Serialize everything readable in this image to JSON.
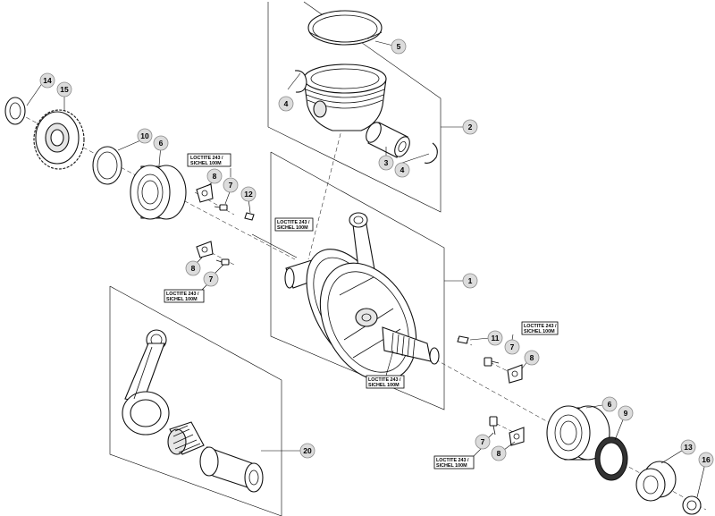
{
  "callouts": {
    "n1": "1",
    "n2": "2",
    "n3": "3",
    "n4a": "4",
    "n4b": "4",
    "n5": "5",
    "n6a": "6",
    "n6b": "6",
    "n7a": "7",
    "n7b": "7",
    "n7c": "7",
    "n7d": "7",
    "n8a": "8",
    "n8b": "8",
    "n8c": "8",
    "n8d": "8",
    "n9": "9",
    "n10": "10",
    "n11": "11",
    "n12": "12",
    "n13": "13",
    "n14": "14",
    "n15": "15",
    "n16": "16",
    "n20": "20"
  },
  "notes": {
    "a_line1": "LOCTITE 243 /",
    "a_line2": "SICHEL 100M",
    "b_line1": "LOCTITE 243 /",
    "b_line2": "SICHEL 100M",
    "c_line1": "LOCTITE 243 /",
    "c_line2": "SICHEL 100M",
    "d_line1": "LOCTITE 243 /",
    "d_line2": "SICHEL 100M",
    "e_line1": "LOCTITE 243 /",
    "e_line2": "SICHEL 100M",
    "f_line1": "LOCTITE 243 /",
    "f_line2": "SICHEL 100M"
  }
}
